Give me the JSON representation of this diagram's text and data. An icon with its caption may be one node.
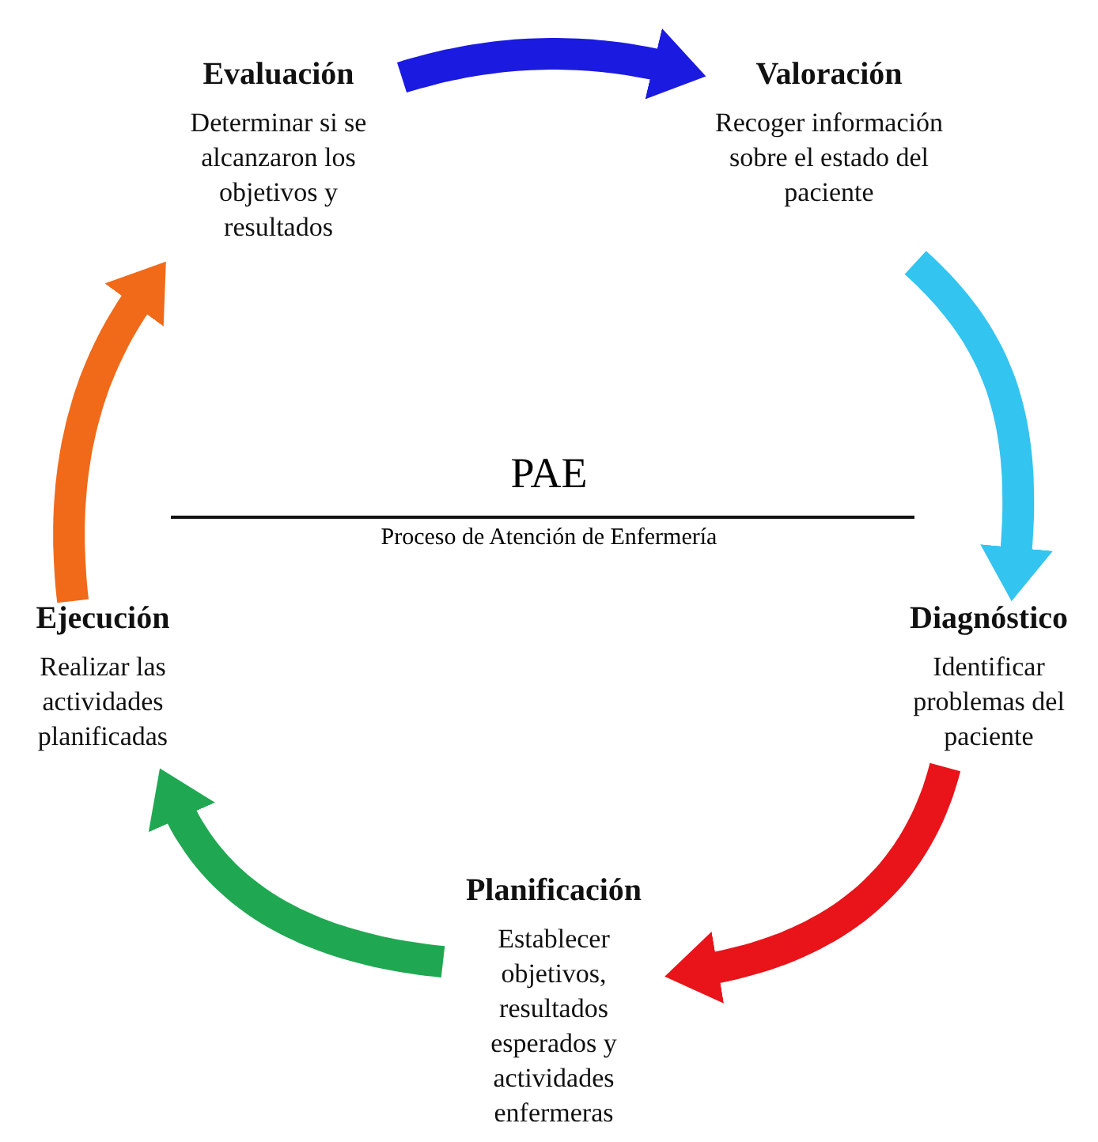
{
  "diagram": {
    "title": "PAE",
    "caption": "Proceso de Atención de Enfermería",
    "nodes": [
      {
        "text": [
          "Valoración",
          "Recoger información sobre el estado del paciente"
        ]
      },
      {
        "text": [
          "Diagnóstico",
          "Identificar problemas del paciente"
        ]
      },
      {
        "text": [
          "Planificación",
          "Establecer objetivos, resultados esperados y actividades enfermeras"
        ]
      },
      {
        "text": [
          "Ejecución",
          "Realizar las actividades planificadas"
        ]
      },
      {
        "text": [
          "Evaluación",
          "Determinar si se alcanzaron los objetivos y resultados"
        ]
      }
    ],
    "edges": [
      {
        "from": 4,
        "to": 0,
        "arrow": "to",
        "color": "#1a1ae0"
      },
      {
        "from": 0,
        "to": 1,
        "arrow": "to",
        "color": "#33c4f0"
      },
      {
        "from": 1,
        "to": 2,
        "arrow": "to",
        "color": "#e8141a"
      },
      {
        "from": 2,
        "to": 3,
        "arrow": "to",
        "color": "#1fa851"
      },
      {
        "from": 3,
        "to": 4,
        "arrow": "to",
        "color": "#f06a1a"
      }
    ]
  }
}
